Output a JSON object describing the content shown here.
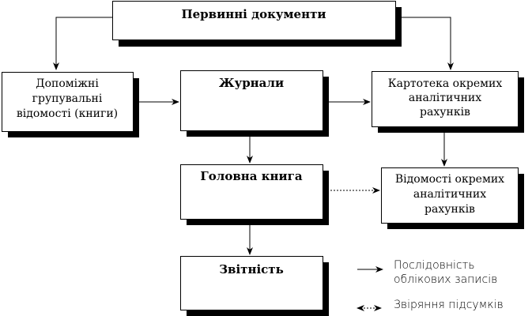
{
  "nodes": {
    "primary": "Первинні документи",
    "auxiliary": [
      "Допоміжні",
      "групувальні",
      "відомості (книги)"
    ],
    "journals": "Журнали",
    "card_file": [
      "Картотека окремих",
      "аналітичних",
      "рахунків"
    ],
    "general_ledger": "Головна книга",
    "statements": [
      "Відомості окремих",
      "аналітичних",
      "рахунків"
    ],
    "reporting": "Звітність"
  },
  "legend": {
    "sequence": [
      "Послідовність",
      "облікових записів"
    ],
    "reconciliation": "Звіряння підсумків"
  }
}
